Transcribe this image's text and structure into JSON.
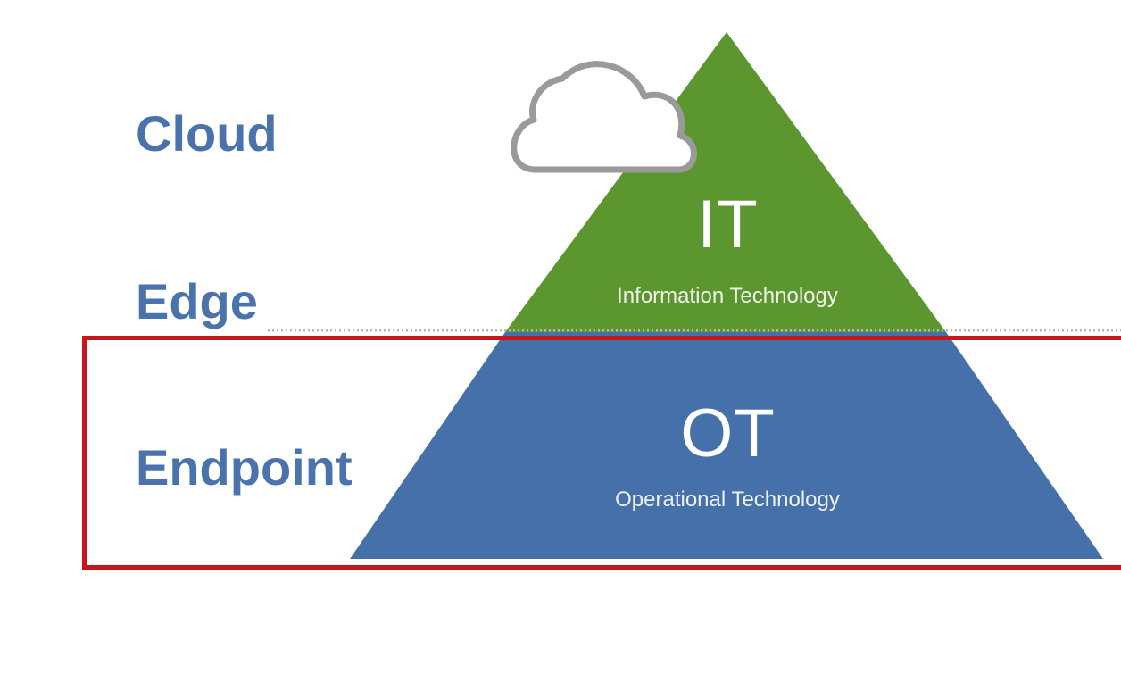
{
  "tiers": {
    "cloud": "Cloud",
    "edge": "Edge",
    "endpoint": "Endpoint"
  },
  "it_layer": {
    "abbr": "IT",
    "full": "Information Technology"
  },
  "ot_layer": {
    "abbr": "OT",
    "full": "Operational Technology"
  },
  "icons": {
    "cloud": "cloud-icon"
  },
  "colors": {
    "it": "#5c962f",
    "ot": "#4670aa",
    "label": "#4a72ad",
    "highlight": "#c8161d",
    "cloud_outline": "#9a9a9a"
  }
}
